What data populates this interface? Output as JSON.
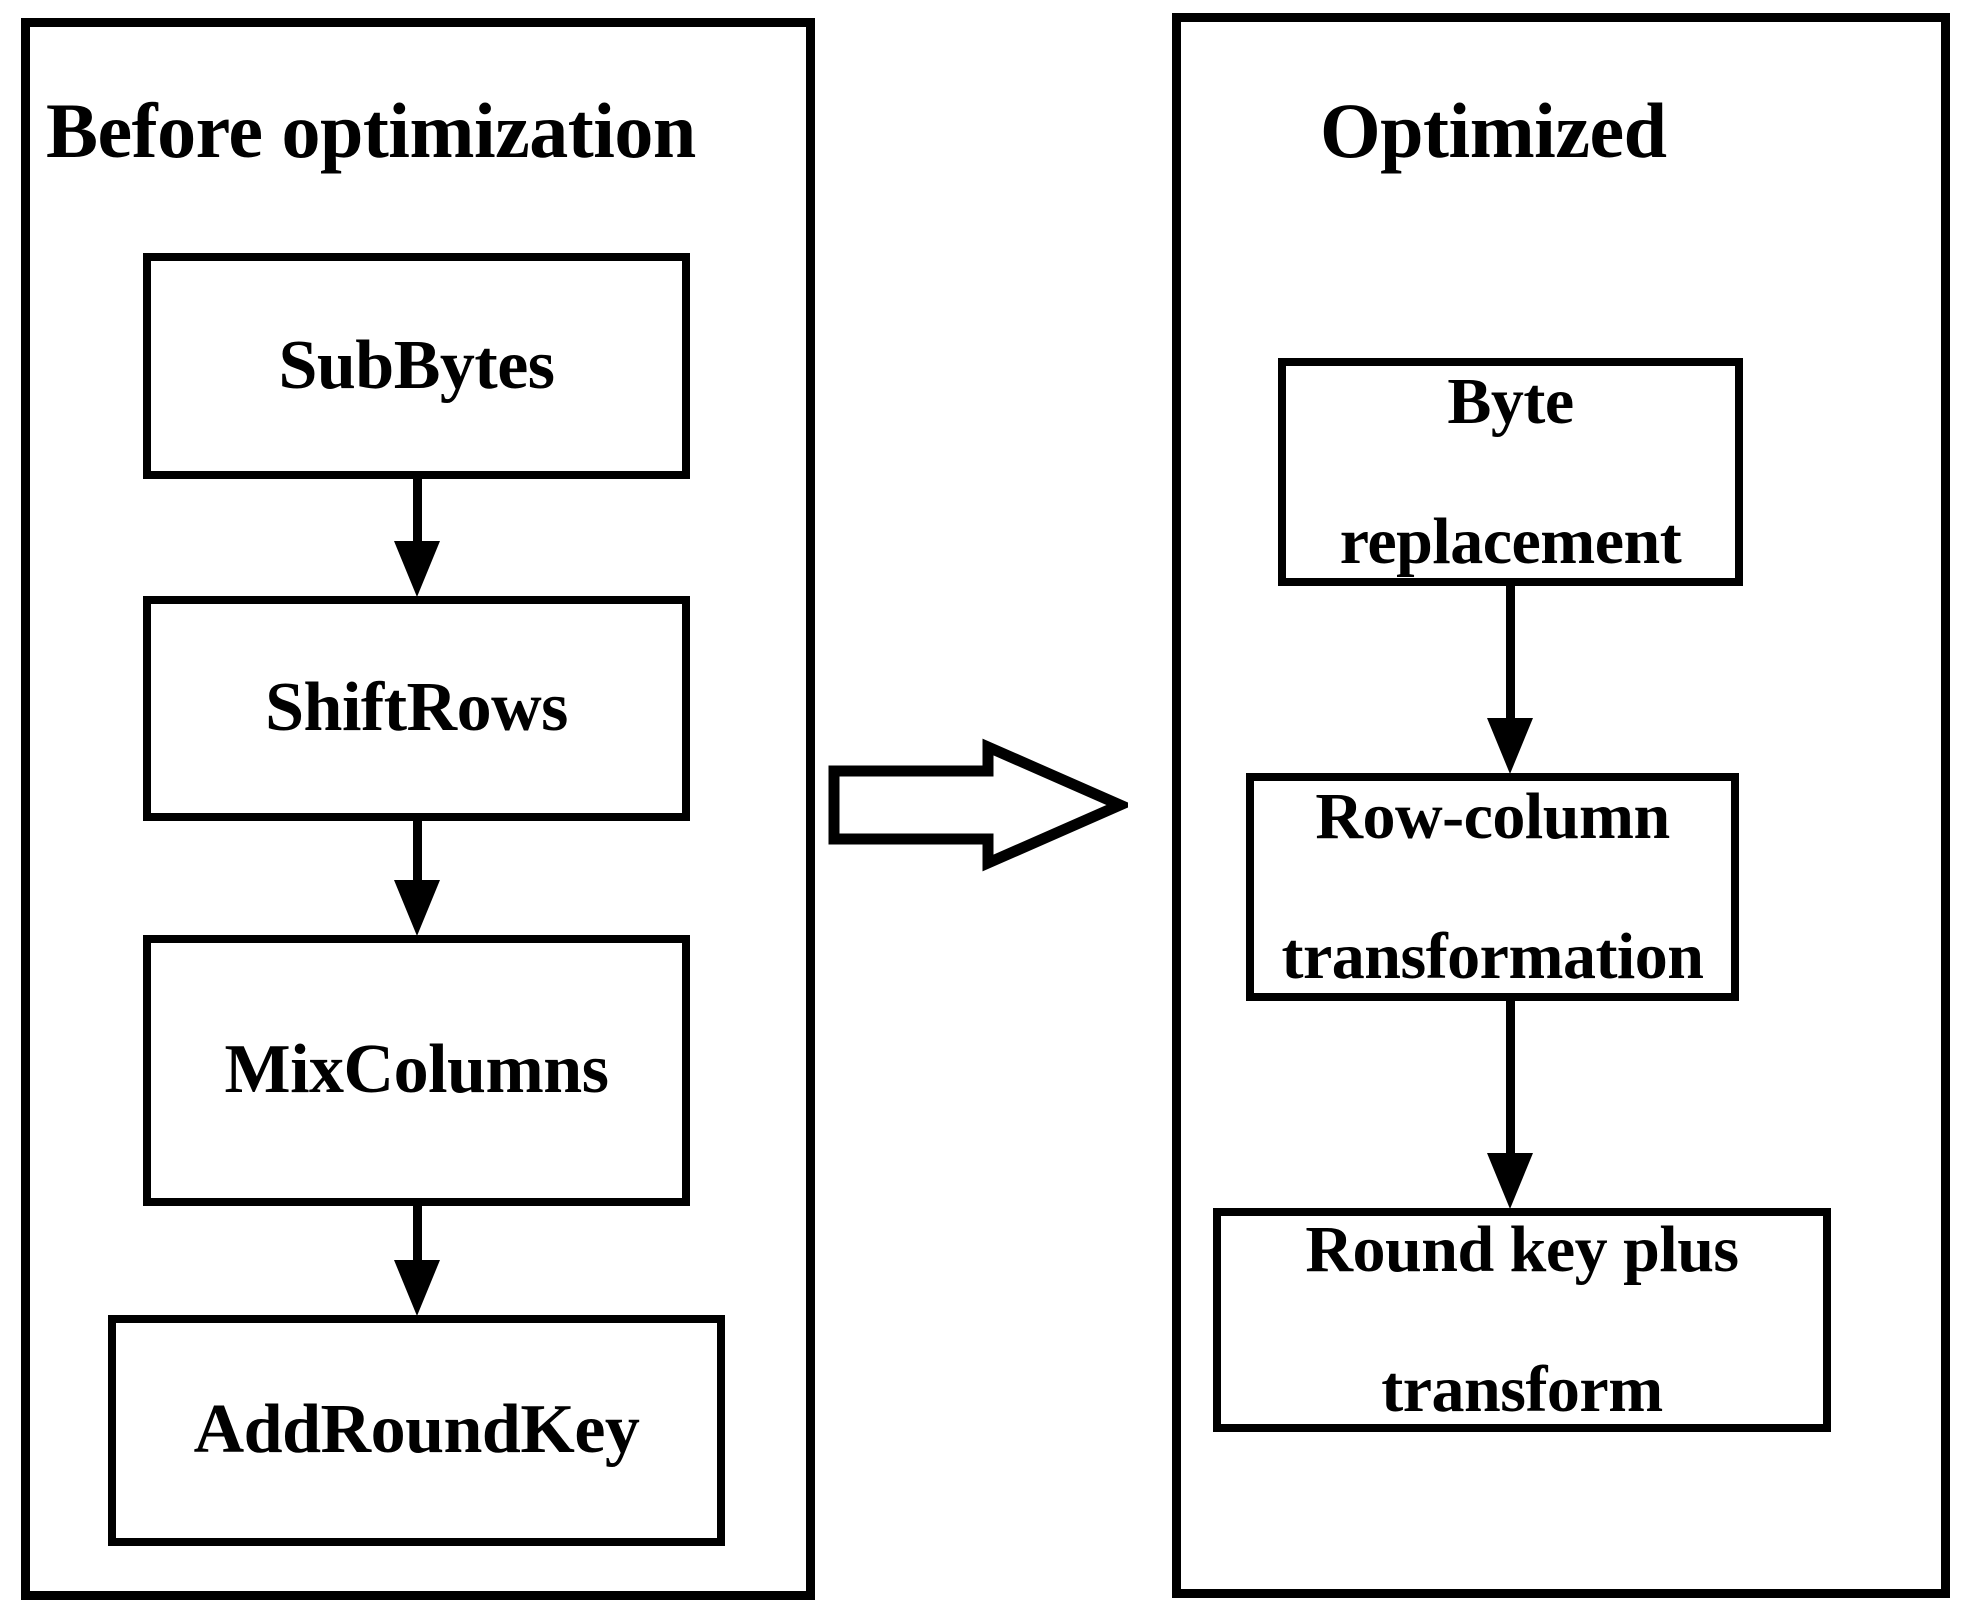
{
  "diagram": {
    "type": "flowchart-comparison",
    "orientation": "left-to-right",
    "panels": [
      {
        "id": "before",
        "title": "Before optimization",
        "nodes": [
          {
            "id": "subbytes",
            "label": "SubBytes"
          },
          {
            "id": "shiftrows",
            "label": "ShiftRows"
          },
          {
            "id": "mixcolumns",
            "label": "MixColumns"
          },
          {
            "id": "addroundkey",
            "label": "AddRoundKey"
          }
        ],
        "edges": [
          {
            "from": "subbytes",
            "to": "shiftrows",
            "kind": "arrow-down"
          },
          {
            "from": "shiftrows",
            "to": "mixcolumns",
            "kind": "arrow-down"
          },
          {
            "from": "mixcolumns",
            "to": "addroundkey",
            "kind": "arrow-down"
          }
        ]
      },
      {
        "id": "optimized",
        "title": "Optimized",
        "nodes": [
          {
            "id": "byte-replacement",
            "label_line1": "Byte",
            "label_line2": "replacement"
          },
          {
            "id": "row-column",
            "label_line1": "Row-column",
            "label_line2": "transformation"
          },
          {
            "id": "round-key",
            "label_line1": "Round key plus",
            "label_line2": "transform"
          }
        ],
        "edges": [
          {
            "from": "byte-replacement",
            "to": "row-column",
            "kind": "arrow-down"
          },
          {
            "from": "row-column",
            "to": "round-key",
            "kind": "arrow-down"
          }
        ]
      }
    ],
    "transition": {
      "icon": "block-arrow-right-icon",
      "label": "",
      "direction": "right"
    },
    "colors": {
      "stroke": "#000000",
      "fill": "#ffffff",
      "text": "#000000"
    }
  }
}
